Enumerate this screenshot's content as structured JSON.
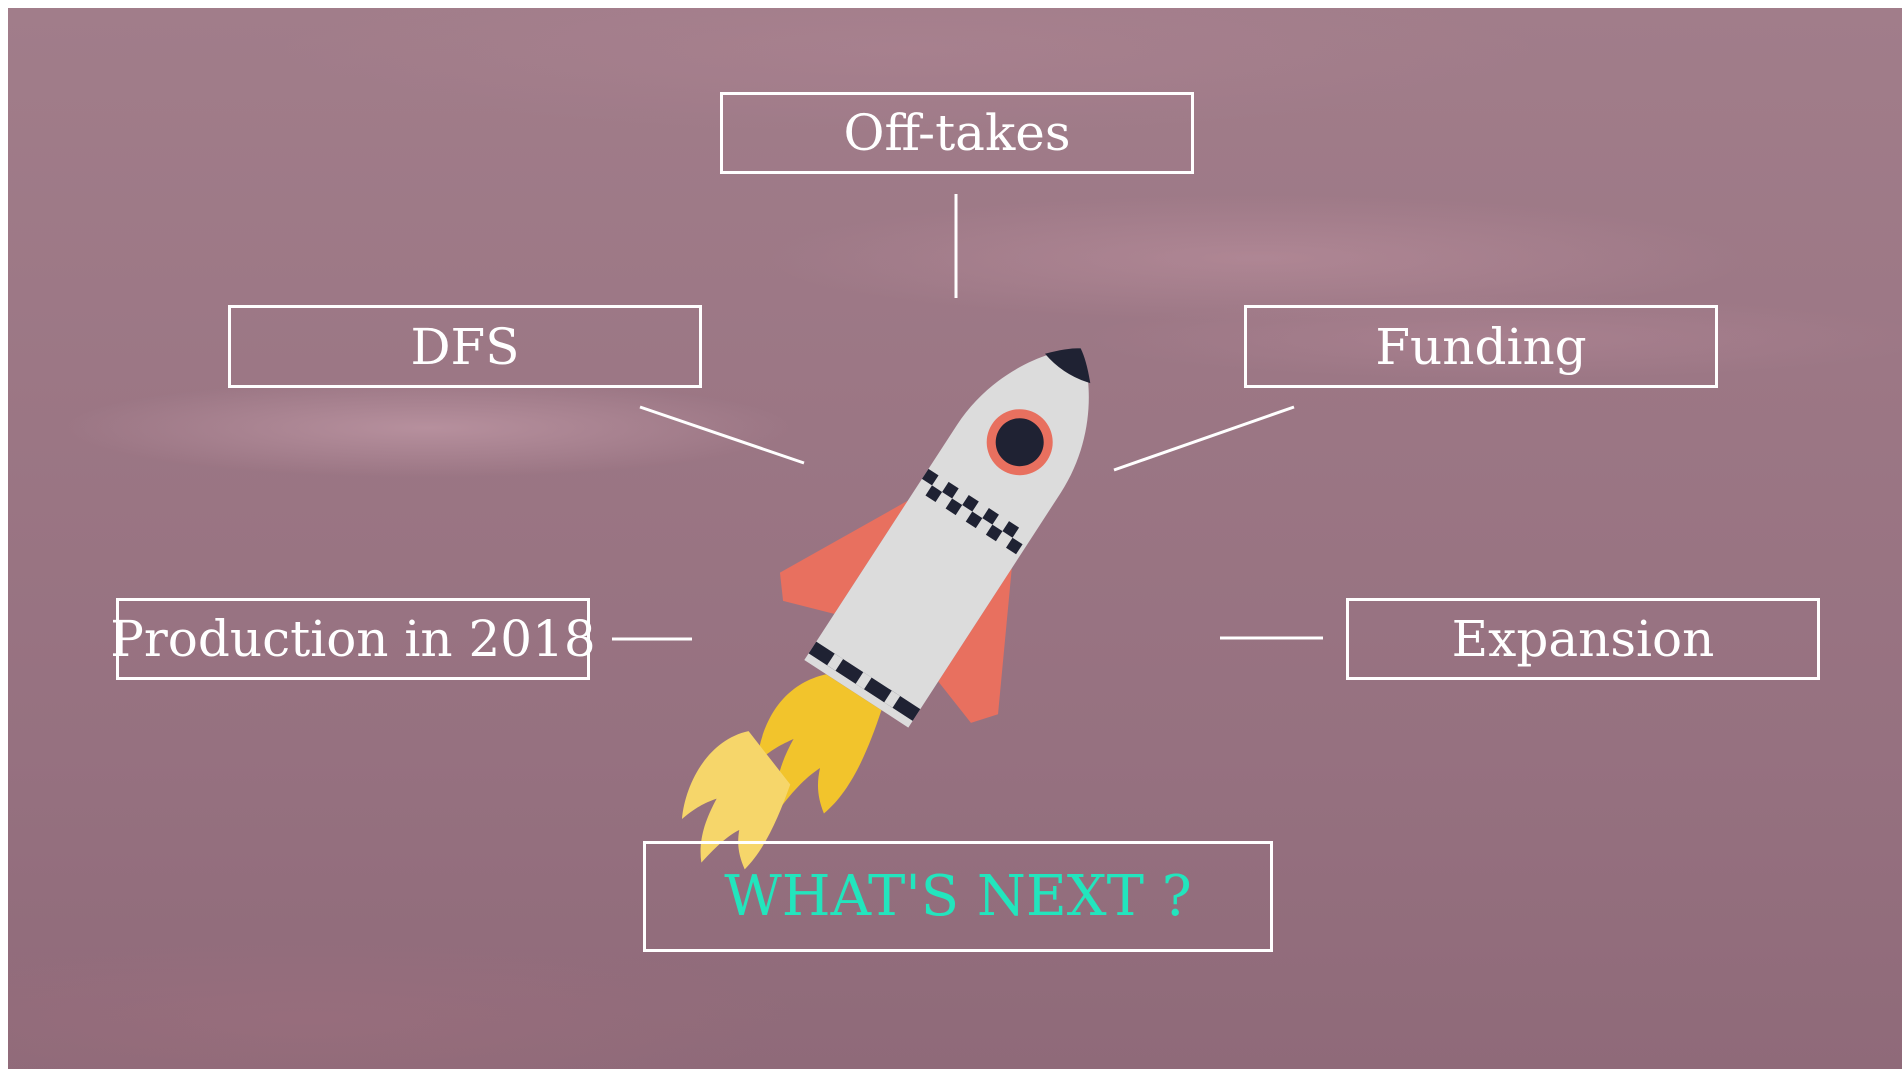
{
  "labels": {
    "offtakes": "Off-takes",
    "dfs": "DFS",
    "funding": "Funding",
    "production": "Production in 2018",
    "expansion": "Expansion",
    "title": "WHAT'S NEXT ?"
  },
  "colors": {
    "text": "#ffffff",
    "title_accent": "#22e5bd",
    "rocket_body": "#dcdcdc",
    "rocket_fins": "#e8705f",
    "rocket_nose": "#1f2233",
    "flame": "#f2c42c"
  },
  "icons": [
    "rocket-illustration"
  ]
}
